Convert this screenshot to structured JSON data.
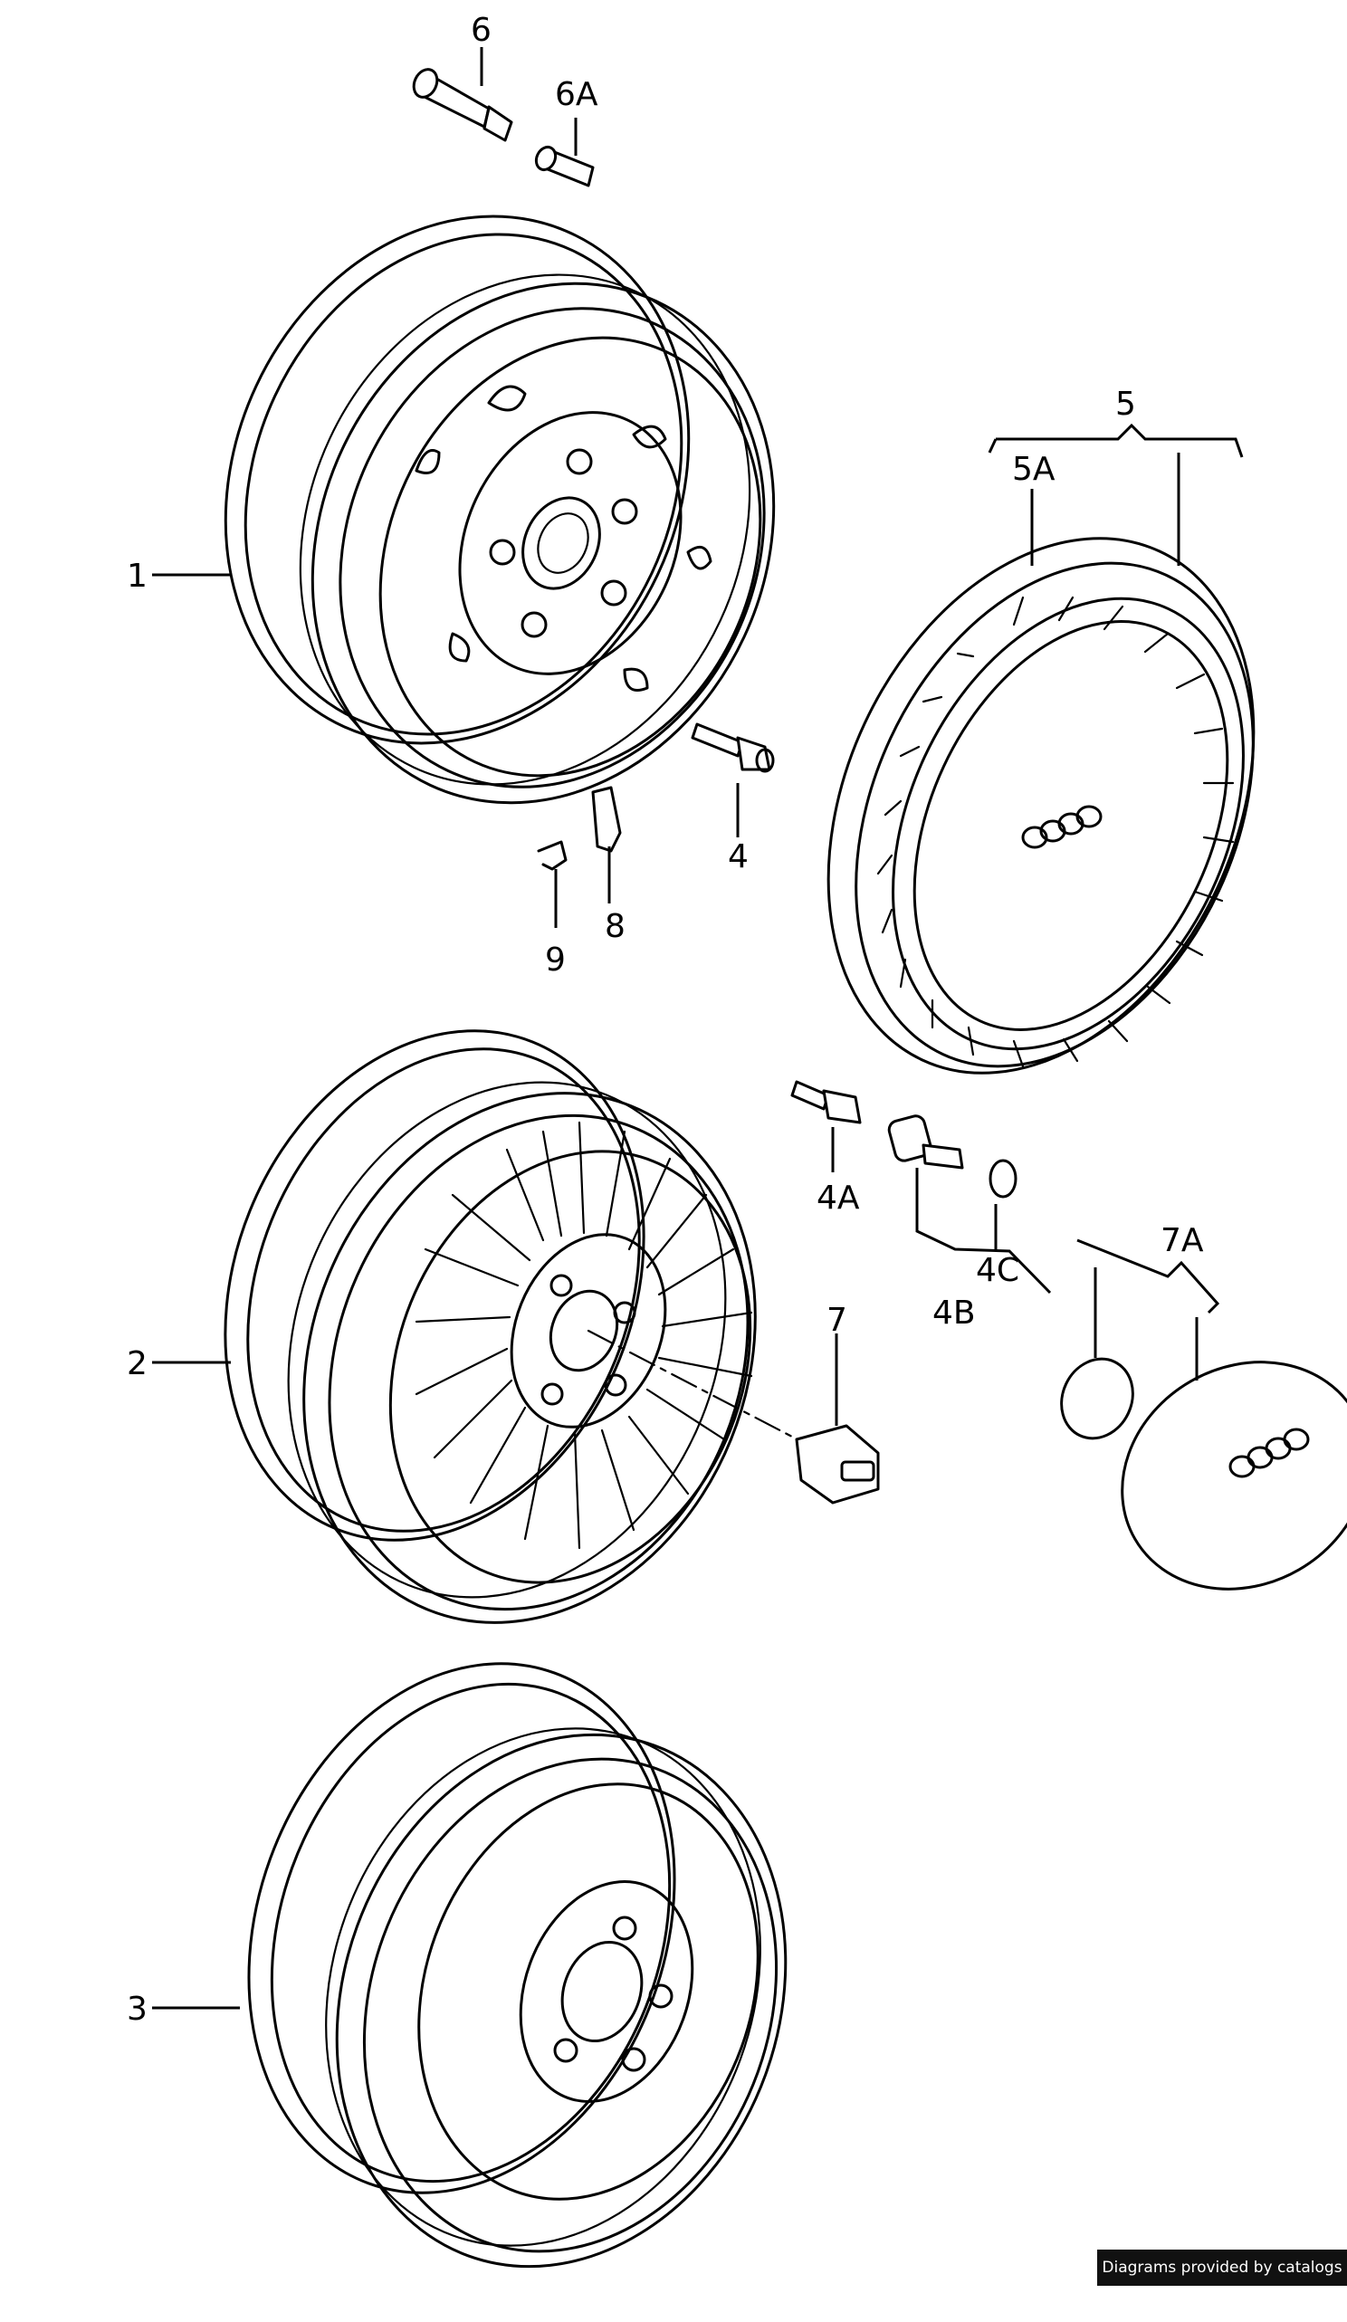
{
  "callouts": {
    "c1": "1",
    "c2": "2",
    "c3": "3",
    "c4": "4",
    "c4a": "4A",
    "c4b": "4B",
    "c4c": "4C",
    "c5": "5",
    "c5a": "5A",
    "c6": "6",
    "c6a": "6A",
    "c7": "7",
    "c7a": "7A",
    "c8": "8",
    "c9": "9"
  },
  "footer": {
    "text": "Diagrams provided by catalogs parts"
  }
}
